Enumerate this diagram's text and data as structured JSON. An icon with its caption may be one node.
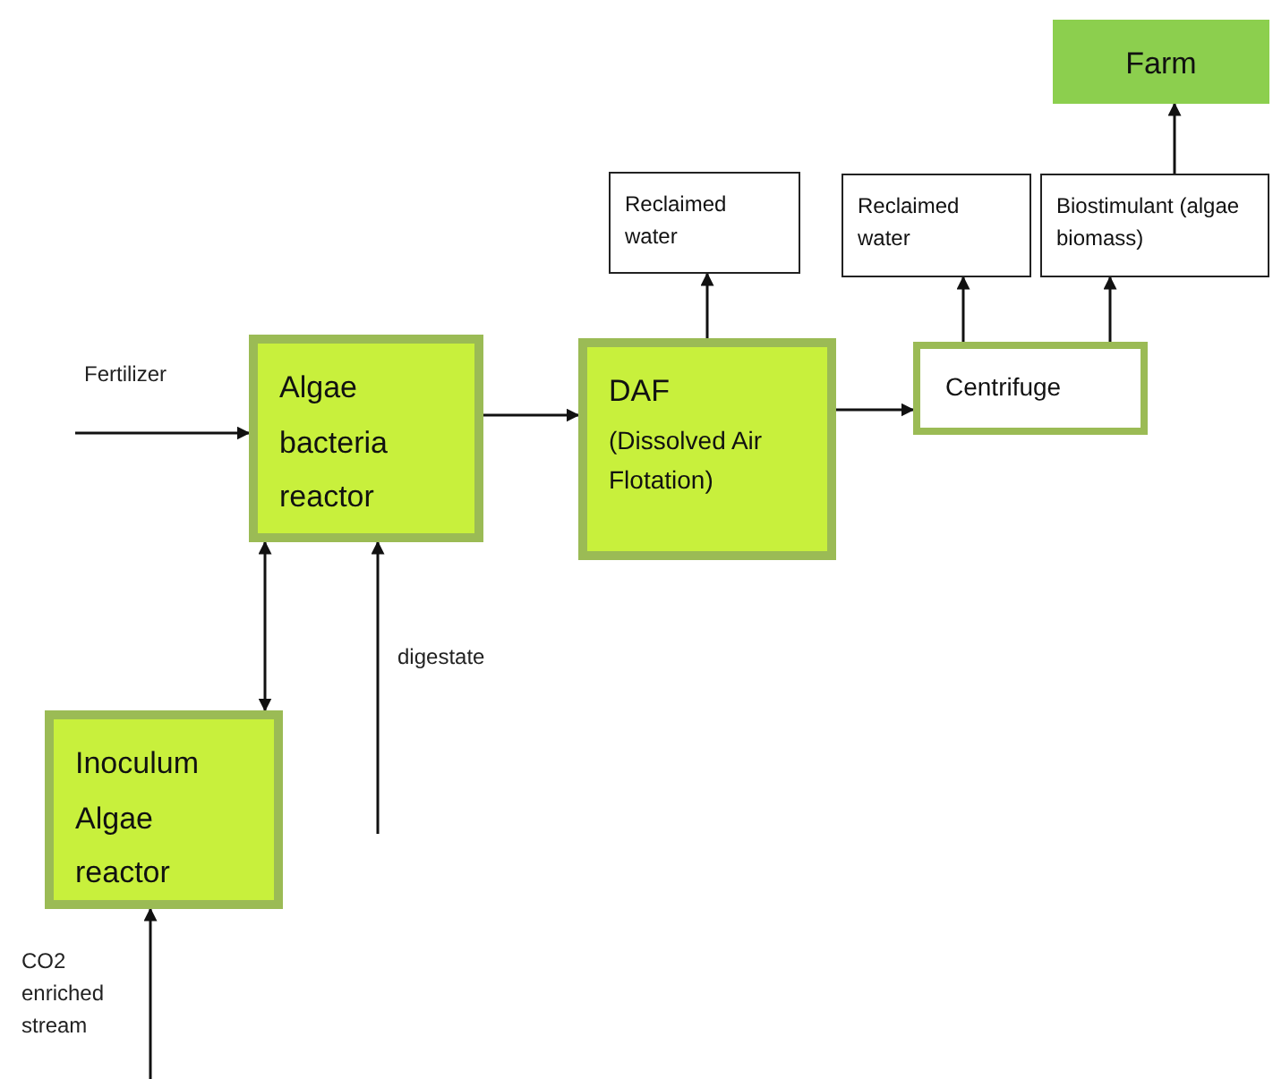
{
  "diagram": {
    "nodes": [
      {
        "text": [
          "Farm"
        ]
      },
      {
        "text": [
          "Reclaimed water"
        ]
      },
      {
        "text": [
          "Reclaimed water"
        ]
      },
      {
        "text": [
          "Biostimulant (algae biomass)"
        ]
      },
      {
        "text": [
          "Algae bacteria reactor"
        ]
      },
      {
        "text": [
          "DAF",
          "(Dissolved Air Flotation)"
        ]
      },
      {
        "text": [
          "Centrifuge"
        ]
      },
      {
        "text": [
          "Inoculum Algae reactor"
        ]
      }
    ],
    "edges": [
      {
        "from": null,
        "to": 4,
        "arrow": "to",
        "label": "Fertilizer"
      },
      {
        "from": 4,
        "to": 5,
        "arrow": "to"
      },
      {
        "from": 5,
        "to": 1,
        "arrow": "to"
      },
      {
        "from": 5,
        "to": 6,
        "arrow": "to"
      },
      {
        "from": 6,
        "to": 2,
        "arrow": "to"
      },
      {
        "from": 6,
        "to": 3,
        "arrow": "to"
      },
      {
        "from": 3,
        "to": 0,
        "arrow": "to"
      },
      {
        "from": 7,
        "to": 4,
        "arrow": "both"
      },
      {
        "from": null,
        "to": 4,
        "arrow": "to",
        "label": "digestate"
      },
      {
        "from": null,
        "to": 7,
        "arrow": "to",
        "label": "CO2 enriched stream"
      }
    ]
  }
}
